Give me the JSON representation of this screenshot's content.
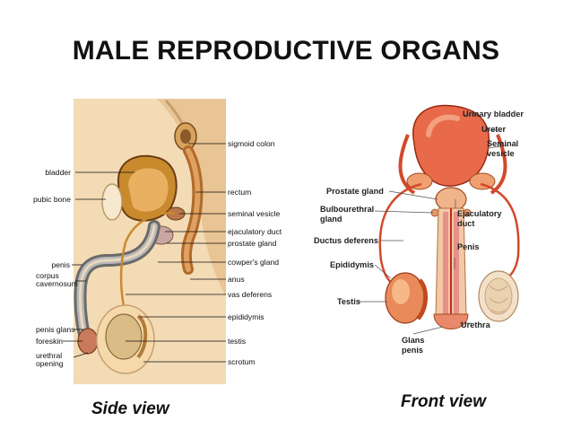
{
  "title": "MALE REPRODUCTIVE ORGANS",
  "side_view": {
    "caption": "Side view",
    "labels_left": {
      "bladder": "bladder",
      "pubic_bone": "pubic bone",
      "penis": "penis",
      "corpus_1": "corpus",
      "corpus_2": "cavernosum",
      "penis_glans": "penis glans",
      "foreskin": "foreskin",
      "urethral_1": "urethral",
      "urethral_2": "opening"
    },
    "labels_right": {
      "sigmoid_colon": "sigmoid colon",
      "rectum": "rectum",
      "seminal_vesicle": "seminal vesicle",
      "ejaculatory_duct": "ejaculatory duct",
      "prostate_gland": "prostate gland",
      "cowpers_gland": "cowper's gland",
      "anus": "anus",
      "vas_deferens": "vas deferens",
      "epididymis": "epididymis",
      "testis": "testis",
      "scrotum": "scrotum"
    }
  },
  "front_view": {
    "caption": "Front view",
    "labels": {
      "urinary_bladder": "Urinary bladder",
      "ureter": "Ureter",
      "seminal_1": "Seminal",
      "seminal_2": "vesicle",
      "prostate_gland": "Prostate gland",
      "bulbourethral_1": "Bulbourethral",
      "bulbourethral_2": "gland",
      "ejaculatory_1": "Ejaculatory",
      "ejaculatory_2": "duct",
      "ductus_deferens": "Ductus deferens",
      "penis": "Penis",
      "epididymis": "Epididymis",
      "testis": "Testis",
      "urethra": "Urethra",
      "glans_1": "Glans",
      "glans_2": "penis"
    }
  }
}
